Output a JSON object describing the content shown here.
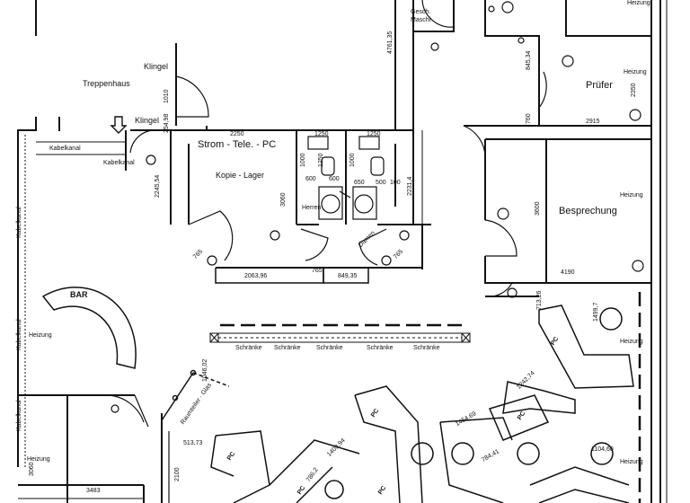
{
  "rooms": {
    "treppenhaus": "Treppenhaus",
    "klingel_top": "Klingel",
    "klingel_mid": "Klingel",
    "kabelkanal_top": "Kabelkanal",
    "kabelkanal_mid": "Kabelkanal",
    "kabelkanal_left_1": "Kabelkanal",
    "kabelkanal_left_2": "Kabelkanal",
    "kabelkanal_left_3": "Kabelkanal",
    "strom": "Strom - Tele. - PC",
    "kopie": "Kopie - Lager",
    "herren": "Herren",
    "damen": "Damen",
    "gesch_1": "Gesch.",
    "gesch_2": "Maschi",
    "pruefer": "Prüfer",
    "besprechung": "Besprechung",
    "bar": "BAR",
    "schraenke_1": "Schränke",
    "schraenke_2": "Schränke",
    "schraenke_3": "Schränke",
    "schraenke_4": "Schränke",
    "schraenke_5": "Schränke",
    "raumteiler": "Raumteiler · Glas"
  },
  "heizung": {
    "top": "Heizung",
    "pruefer": "Heizung",
    "besprechung": "Heizung",
    "right_mid": "Heizung",
    "right_bottom": "Heizung",
    "left_mid": "Heizung",
    "left_bottom": "Heizung"
  },
  "pc": [
    "PC",
    "PC",
    "PC",
    "PC",
    "PC",
    "PC"
  ],
  "dims": {
    "d4761": "4761,35",
    "d1010": "1010",
    "d25498": "254,98",
    "d224554": "2245,54",
    "d3060a": "3060",
    "d2063": "2063,96",
    "d765a": "765",
    "d765b": "765",
    "d765c": "765",
    "d84935": "849,35",
    "d1250a": "1250",
    "d1250b": "1250",
    "d2250": "2250",
    "d1000a": "1000",
    "d1000b": "1000",
    "d1250c": "1250",
    "d22314": "2231,4",
    "d600a": "600",
    "d600b": "600",
    "d650": "650",
    "d500": "500",
    "d100": "100",
    "d84534": "845,34",
    "d2350": "2350",
    "d760": "760",
    "d2915": "2915",
    "d3600": "3600",
    "d4190": "4190",
    "d71326": "713,26",
    "d14997": "1499,7",
    "d104602": "1046,02",
    "d124274": "1242,74",
    "d145469": "1454,69",
    "d140994": "1409,94",
    "d78441": "784,41",
    "d7862": "786,2",
    "d110460": "1104,60",
    "d51373": "513,73",
    "d2100": "2100",
    "d3483": "3483",
    "d3060b": "3060"
  }
}
